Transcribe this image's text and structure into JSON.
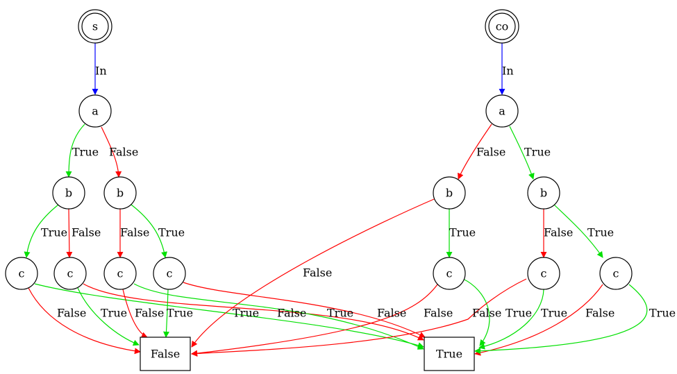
{
  "colors": {
    "In": "#0000ff",
    "True": "#00e000",
    "False": "#ff0000",
    "node_stroke": "#000000",
    "background": "#ffffff"
  },
  "nodes": [
    {
      "id": "s",
      "label": "s",
      "shape": "doublecircle"
    },
    {
      "id": "co",
      "label": "co",
      "shape": "doublecircle"
    },
    {
      "id": "a1",
      "label": "a",
      "shape": "circle"
    },
    {
      "id": "a2",
      "label": "a",
      "shape": "circle"
    },
    {
      "id": "b1",
      "label": "b",
      "shape": "circle"
    },
    {
      "id": "b2",
      "label": "b",
      "shape": "circle"
    },
    {
      "id": "b3",
      "label": "b",
      "shape": "circle"
    },
    {
      "id": "b4",
      "label": "b",
      "shape": "circle"
    },
    {
      "id": "c1",
      "label": "c",
      "shape": "circle"
    },
    {
      "id": "c2",
      "label": "c",
      "shape": "circle"
    },
    {
      "id": "c3",
      "label": "c",
      "shape": "circle"
    },
    {
      "id": "c4",
      "label": "c",
      "shape": "circle"
    },
    {
      "id": "c5",
      "label": "c",
      "shape": "circle"
    },
    {
      "id": "c6",
      "label": "c",
      "shape": "circle"
    },
    {
      "id": "c7",
      "label": "c",
      "shape": "circle"
    },
    {
      "id": "tf",
      "label": "False",
      "shape": "box"
    },
    {
      "id": "tt",
      "label": "True",
      "shape": "box"
    }
  ],
  "edges": [
    {
      "from": "s",
      "to": "a1",
      "label": "In",
      "kind": "In"
    },
    {
      "from": "a1",
      "to": "b1",
      "label": "True",
      "kind": "True"
    },
    {
      "from": "a1",
      "to": "b2",
      "label": "False",
      "kind": "False"
    },
    {
      "from": "b1",
      "to": "c1",
      "label": "True",
      "kind": "True"
    },
    {
      "from": "b1",
      "to": "c2",
      "label": "False",
      "kind": "False"
    },
    {
      "from": "b2",
      "to": "c3",
      "label": "False",
      "kind": "False"
    },
    {
      "from": "b2",
      "to": "c4",
      "label": "True",
      "kind": "True"
    },
    {
      "from": "c1",
      "to": "tf",
      "label": "False",
      "kind": "False"
    },
    {
      "from": "c1",
      "to": "tt",
      "label": "True",
      "kind": "True"
    },
    {
      "from": "c2",
      "to": "tf",
      "label": "True",
      "kind": "True"
    },
    {
      "from": "c2",
      "to": "tt",
      "label": "False",
      "kind": "False"
    },
    {
      "from": "c3",
      "to": "tf",
      "label": "False",
      "kind": "False"
    },
    {
      "from": "c3",
      "to": "tt",
      "label": "True",
      "kind": "True"
    },
    {
      "from": "c4",
      "to": "tf",
      "label": "True",
      "kind": "True"
    },
    {
      "from": "c4",
      "to": "tt",
      "label": "False",
      "kind": "False"
    },
    {
      "from": "co",
      "to": "a2",
      "label": "In",
      "kind": "In"
    },
    {
      "from": "a2",
      "to": "b3",
      "label": "False",
      "kind": "False"
    },
    {
      "from": "a2",
      "to": "b4",
      "label": "True",
      "kind": "True"
    },
    {
      "from": "b3",
      "to": "tf",
      "label": "False",
      "kind": "False"
    },
    {
      "from": "b3",
      "to": "c5",
      "label": "True",
      "kind": "True"
    },
    {
      "from": "b4",
      "to": "c6",
      "label": "False",
      "kind": "False"
    },
    {
      "from": "b4",
      "to": "c7",
      "label": "True",
      "kind": "True"
    },
    {
      "from": "c5",
      "to": "tf",
      "label": "False",
      "kind": "False"
    },
    {
      "from": "c5",
      "to": "tt",
      "label": "True",
      "kind": "True"
    },
    {
      "from": "c6",
      "to": "tf",
      "label": "False",
      "kind": "False"
    },
    {
      "from": "c6",
      "to": "tt",
      "label": "True",
      "kind": "True"
    },
    {
      "from": "c7",
      "to": "tt",
      "label": "False",
      "kind": "False"
    },
    {
      "from": "c7",
      "to": "tt",
      "label": "True",
      "kind": "True"
    }
  ]
}
